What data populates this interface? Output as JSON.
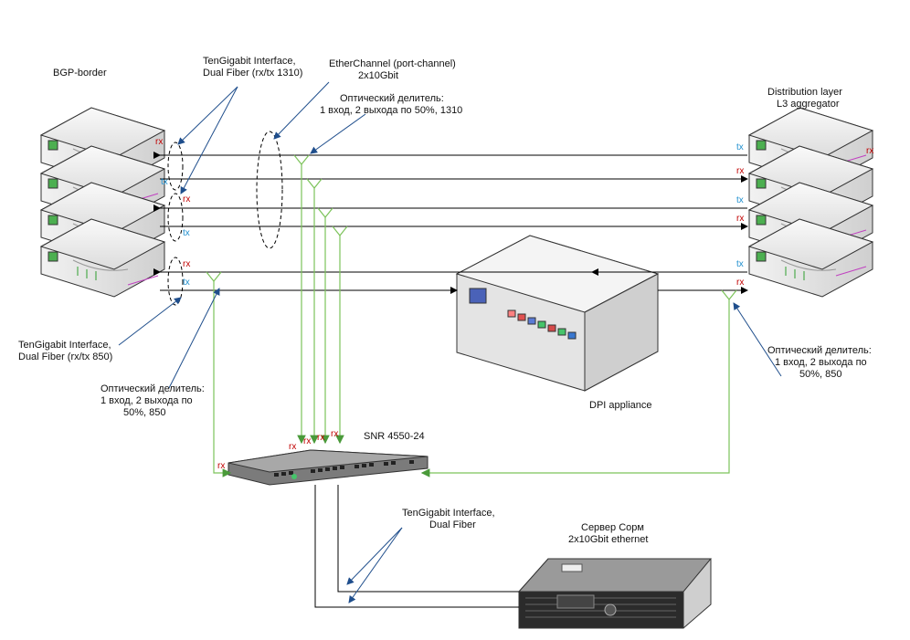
{
  "labels": {
    "bgp_border": "BGP-border",
    "tengig_top_l1": "TenGigabit Interface,",
    "tengig_top_l2": "Dual Fiber (rx/tx 1310)",
    "etherchannel_l1": "EtherChannel (port-channel)",
    "etherchannel_l2": "2x10Gbit",
    "splitter_top_l1": "Оптический делитель:",
    "splitter_top_l2": "1 вход, 2 выхода по 50%, 1310",
    "dist_l1": "Distribution layer",
    "dist_l2": "L3 aggregator",
    "tengig_left_l1": "TenGigabit Interface,",
    "tengig_left_l2": "Dual Fiber (rx/tx 850)",
    "splitter_left_l1": "Оптический делитель:",
    "splitter_left_l2": "1 вход, 2 выхода по",
    "splitter_left_l3": "50%, 850",
    "dpi": "DPI appliance",
    "splitter_right_l1": "Оптический делитель:",
    "splitter_right_l2": "1 вход, 2 выхода по",
    "splitter_right_l3": "50%, 850",
    "snr": "SNR 4550-24",
    "tengig_bottom_l1": "TenGigabit Interface,",
    "tengig_bottom_l2": "Dual Fiber",
    "sorm_l1": "Сервер Сорм",
    "sorm_l2": "2x10Gbit ethernet"
  },
  "port_labels": {
    "rx": "rx",
    "tx": "tx"
  },
  "colors": {
    "rx": "#c00000",
    "tx": "#1f8fcf",
    "fiber_green": "#7cc35a",
    "callout_blue": "#1f4e8c",
    "line": "#000000"
  }
}
